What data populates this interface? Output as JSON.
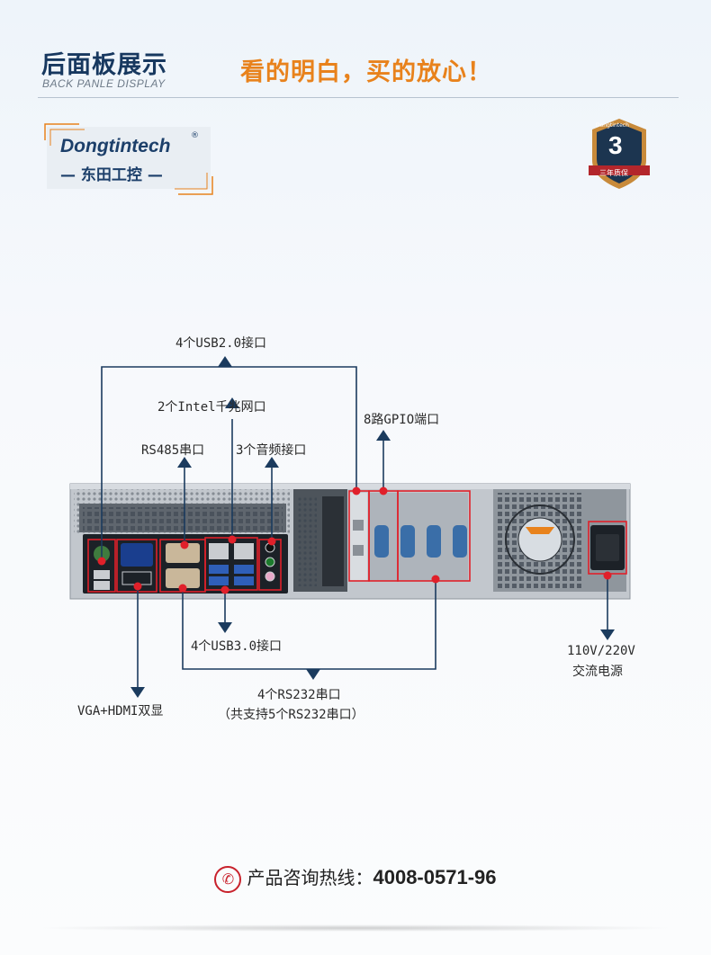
{
  "header": {
    "title": "后面板展示",
    "subtitle": "BACK PANLE DISPLAY",
    "slogan": "看的明白，买的放心！"
  },
  "logo": {
    "brand_en": "Dongtintech",
    "registered": "®",
    "brand_cn": "— 东田工控 —"
  },
  "warranty_badge": {
    "small_text": "Dongtintech",
    "number": "3",
    "label": "三年质保"
  },
  "callouts": {
    "usb2": "4个USB2.0接口",
    "intel_lan": "2个Intel千兆网口",
    "rs485": "RS485串口",
    "audio": "3个音频接口",
    "gpio": "8路GPIO端口",
    "usb3": "4个USB3.0接口",
    "vga_hdmi": "VGA+HDMI双显",
    "rs232_line1": "4个RS232串口",
    "rs232_line2": "（共支持5个RS232串口）",
    "power_line1": "110V/220V",
    "power_line2": "交流电源"
  },
  "hotline": {
    "label": "产品咨询热线：",
    "number": "4008-0571-96",
    "icon": "phone-icon"
  },
  "colors": {
    "title_navy": "#17385f",
    "slogan_orange": "#e8821c",
    "connector_navy": "#1b3b5e",
    "highlight_red": "#e0202a",
    "chassis_gray": "#b8bec5"
  }
}
